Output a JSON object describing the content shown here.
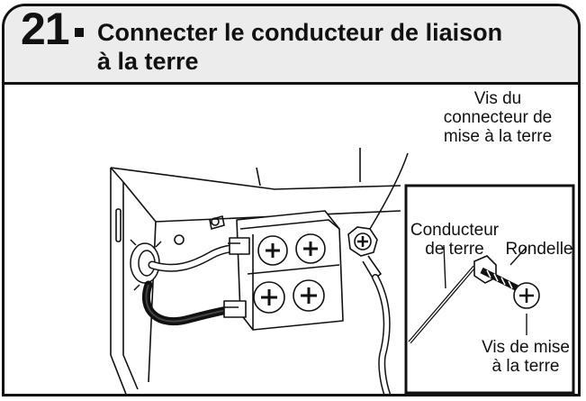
{
  "step": {
    "number": "21",
    "title_line1": "Connecter le conducteur de liaison",
    "title_line2": "à la terre"
  },
  "labels": {
    "screw_connector": [
      "Vis du",
      "connecteur de",
      "mise à la terre"
    ],
    "ground_conductor": [
      "Conducteur",
      "de terre"
    ],
    "washer": "Rondelle",
    "ground_screw": [
      "Vis de mise",
      "à la terre"
    ]
  }
}
